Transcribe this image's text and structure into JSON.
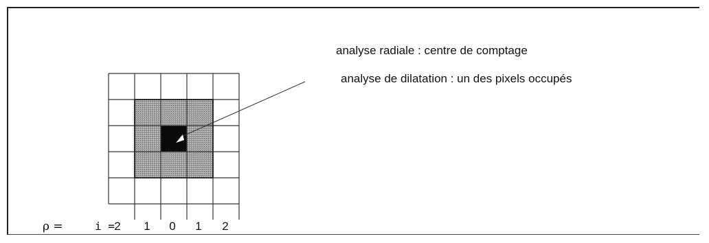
{
  "labels": {
    "radial": "analyse radiale : centre de comptage",
    "dilatation": "analyse de dilatation : un des pixels occupés"
  },
  "axis": {
    "rho": "ρ =",
    "i": "i =",
    "ticks": [
      "2",
      "1",
      "0",
      "1",
      "2"
    ]
  },
  "grid": {
    "rows": 6,
    "cols": 5,
    "center_cell": [
      2,
      2
    ],
    "shaded_ring_from": [
      1,
      1
    ],
    "shaded_ring_to": [
      3,
      3
    ]
  },
  "colors": {
    "line": "#333333",
    "shade": "#9a9a9a",
    "center": "#0b0b0b",
    "arrow": "#ffffff"
  }
}
